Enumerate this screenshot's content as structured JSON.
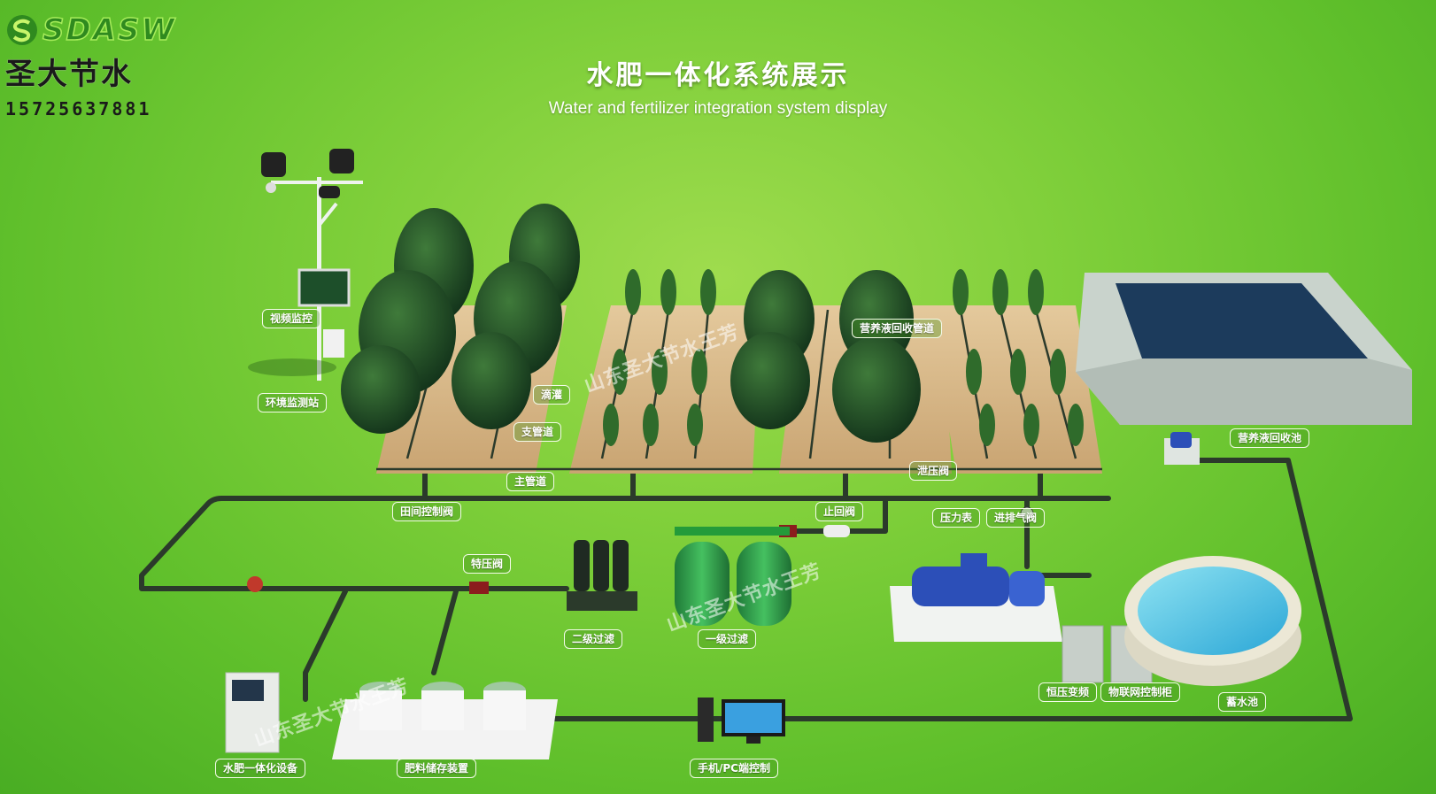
{
  "brand": {
    "name_en": "SDASW",
    "name_cn": "圣大节水",
    "phone": "15725637881"
  },
  "title": {
    "zh": "水肥一体化系统展示",
    "en": "Water and fertilizer integration system display"
  },
  "watermark": "山东圣大节水王芳",
  "labels": {
    "video_monitor": "视频监控",
    "env_station": "环境监测站",
    "drip": "滴灌",
    "branch_pipe": "支管道",
    "main_pipe": "主管道",
    "field_valve": "田间控制阀",
    "nutrient_return_pipe": "营养液回收管道",
    "nutrient_return_pool": "营养液回收池",
    "relief_valve": "泄压阀",
    "check_valve": "止回阀",
    "pressure_gauge": "压力表",
    "air_valve": "进排气阀",
    "special_valve": "特压阀",
    "secondary_filter": "二级过滤",
    "primary_filter": "一级过滤",
    "const_pressure_vfd": "恒压变频",
    "iot_cabinet": "物联网控制柜",
    "reservoir": "蓄水池",
    "fertigation_machine": "水肥一体化设备",
    "fert_storage": "肥料储存装置",
    "mobile_pc": "手机/PC端控制"
  },
  "colors": {
    "grass": "#7fcf3a",
    "pipe": "#2b3a2b",
    "soil": "#d9b98a",
    "water": "#1c3b5c",
    "pump": "#2c4fb8",
    "tank": "#2e9d4a"
  }
}
